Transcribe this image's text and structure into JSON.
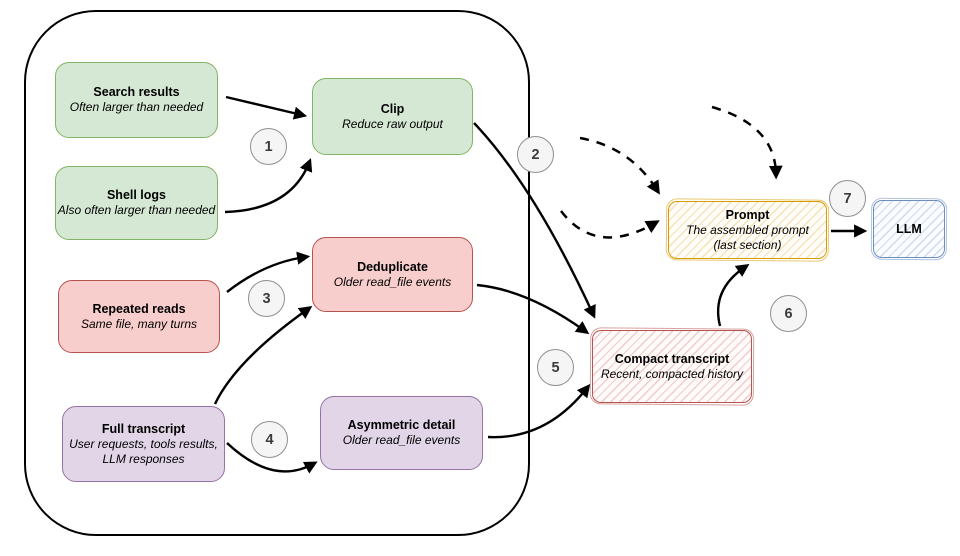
{
  "diagram": {
    "type": "flow-diagram",
    "colors": {
      "green_fill": "#d5e8d4",
      "green_border": "#82b366",
      "red_fill": "#f8cecc",
      "red_border": "#b85450",
      "purple_fill": "#e1d5e7",
      "purple_border": "#9673a6",
      "orange_sketch_border": "#d79b00",
      "blue_sketch_border": "#6c8ebf",
      "red_sketch_border": "#b85450",
      "badge_fill": "#f5f5f5",
      "badge_border": "#8f8f8f",
      "arrow": "#000000",
      "boundary": "#000000"
    }
  },
  "nodes": {
    "search_results": {
      "title": "Search results",
      "subtitle": "Often larger than needed"
    },
    "shell_logs": {
      "title": "Shell logs",
      "subtitle": "Also often larger than needed"
    },
    "clip": {
      "title": "Clip",
      "subtitle": "Reduce raw output"
    },
    "repeated_reads": {
      "title": "Repeated reads",
      "subtitle": "Same file, many turns"
    },
    "deduplicate": {
      "title": "Deduplicate",
      "subtitle": "Older read_file events"
    },
    "full_transcript": {
      "title": "Full transcript",
      "subtitle_line1": "User requests, tools results,",
      "subtitle_line2": "LLM responses"
    },
    "asymmetric_detail": {
      "title": "Asymmetric detail",
      "subtitle": "Older read_file events"
    },
    "compact_transcript": {
      "title": "Compact transcript",
      "subtitle": "Recent, compacted history"
    },
    "prompt": {
      "title": "Prompt",
      "subtitle_line1": "The assembled prompt",
      "subtitle_line2": "(last section)"
    },
    "llm": {
      "title": "LLM"
    }
  },
  "steps": {
    "step1": "1",
    "step2": "2",
    "step3": "3",
    "step4": "4",
    "step5": "5",
    "step6": "6",
    "step7": "7"
  }
}
